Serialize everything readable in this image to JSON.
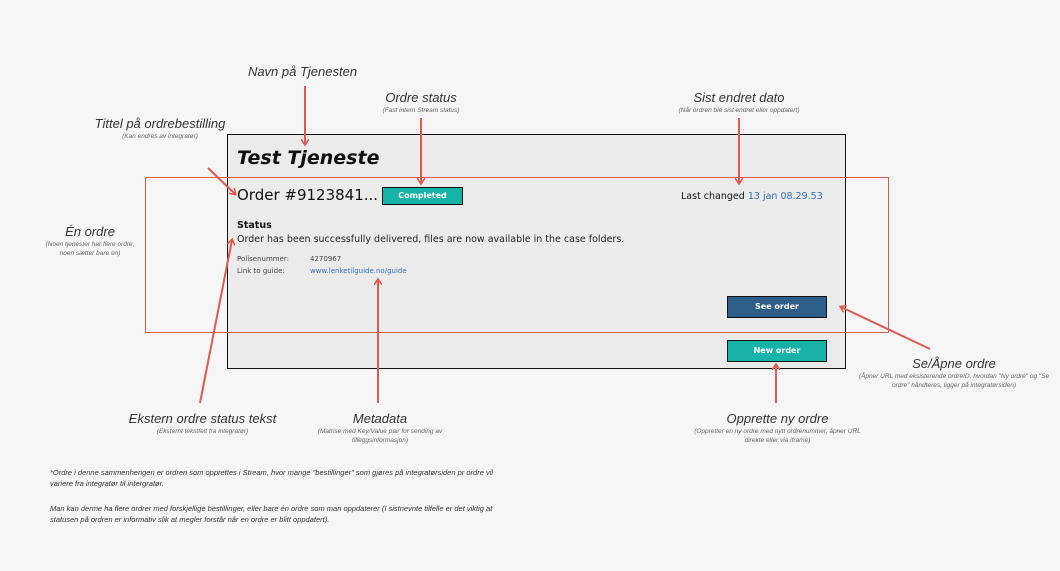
{
  "card": {
    "service_title": "Test Tjeneste",
    "order_id": "Order #9123841...",
    "status_badge": "Completed",
    "last_changed_label": "Last changed",
    "last_changed_date": "13 jan 08.29.53",
    "status_heading": "Status",
    "status_text": "Order has been successfully delivered, files are now available in the case folders.",
    "metadata": [
      {
        "key": "Polisenummer:",
        "value": "4270967"
      },
      {
        "key": "Link to guide:",
        "value": "www.lenketilguide.no/guide"
      }
    ],
    "see_order_label": "See order",
    "new_order_label": "New order"
  },
  "annotations": {
    "service_name": {
      "title": "Navn på Tjenesten"
    },
    "order_status": {
      "title": "Ordre status",
      "sub": "(Fast intern Stream status)"
    },
    "last_changed": {
      "title": "Sist endret dato",
      "sub": "(Når ordren ble sist endret eller oppdatert)"
    },
    "order_title": {
      "title": "Tittel på ordrebestilling",
      "sub": "(Kan endres av integratør)"
    },
    "one_order": {
      "title": "Én ordre",
      "sub": "(Noen tjenester har flere ordre, noen sætter bare en)"
    },
    "external_status": {
      "title": "Ekstern ordre status tekst",
      "sub": "(Eksternt tekstfelt fra integratør)"
    },
    "metadata": {
      "title": "Metadata",
      "sub": "(Matrise med Key/Value pair for sending av tilleggsinformasjon)"
    },
    "create_order": {
      "title": "Opprette ny ordre",
      "sub": "(Oppretter en ny ordre med nytt ordrenummer, åpner URL direkte eller via iframe)"
    },
    "open_order": {
      "title": "Se/Åpne ordre",
      "sub": "(Åpner URL med eksisterende ordreID, hvordan \"Ny ordre\" og \"Se ordre\" håndteres, ligger på integratørsiden)"
    }
  },
  "footnotes": [
    "*Ordre i denne sammenhengen er ordren som opprettes i Stream, hvor mange \"bestillinger\" som gjøres på integratørsiden pr ordre vil variere fra integratør til intergratør.",
    "Man kan derme ha flere ordrer med forskjellige bestillinger, eller bare én ordre som man oppdaterer (I sistnevnte tilfelle er det viktig at statusen på ordren er informativ slik at megler forstår når en ordre er blitt oppdatert)."
  ],
  "colors": {
    "arrow": "#e05a4f",
    "teal": "#17b3a8",
    "navy": "#2e5f8a",
    "link": "#2f6fb7"
  }
}
